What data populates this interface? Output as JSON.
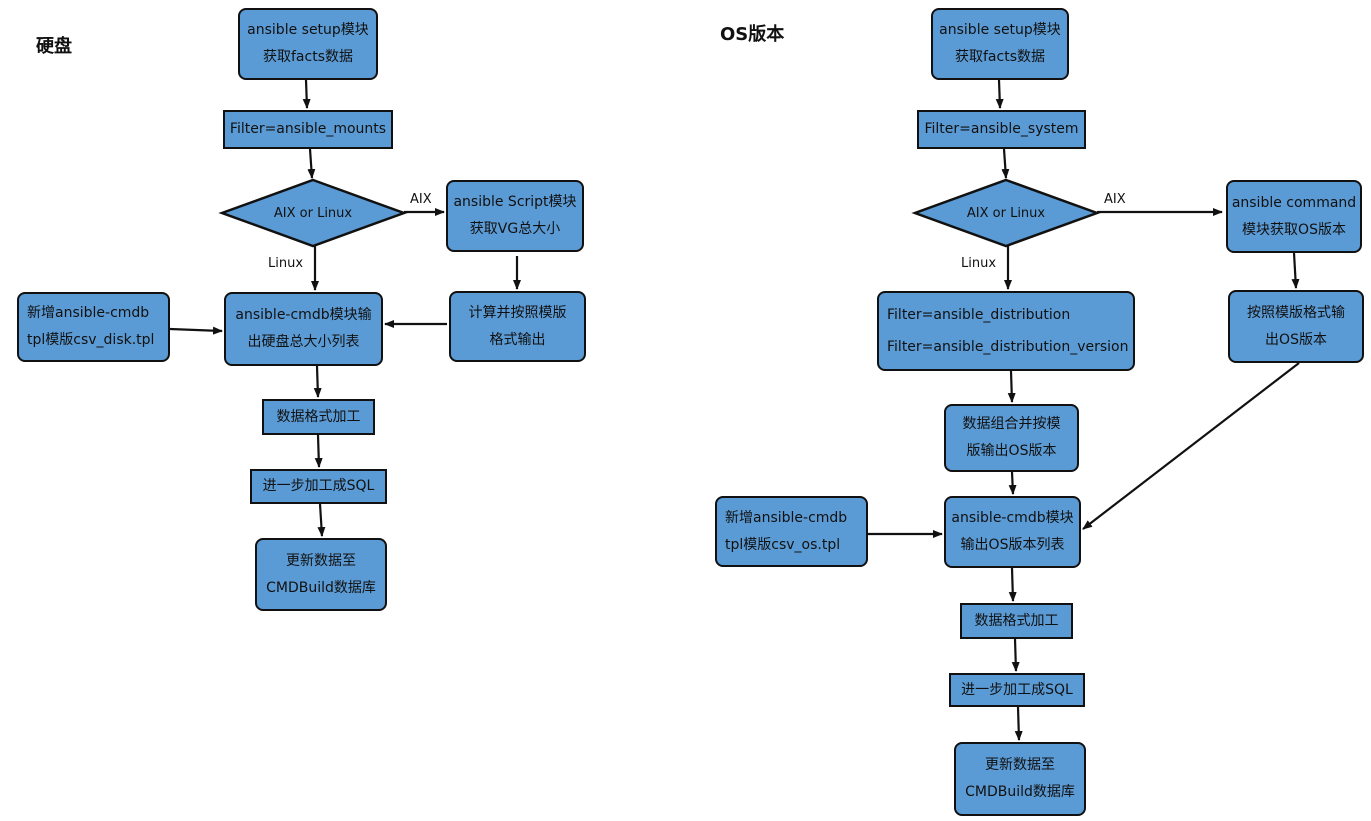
{
  "colors": {
    "fill": "#5b9bd5",
    "stroke": "#111111"
  },
  "disk": {
    "title": "硬盘",
    "setup_line1": "ansible setup模块",
    "setup_line2": "获取facts数据",
    "filter": "Filter=ansible_mounts",
    "decision": "AIX or  Linux",
    "label_aix": "AIX",
    "label_linux": "Linux",
    "script_line1": "ansible Script模块",
    "script_line2": "获取VG总大小",
    "calc_line1": "计算并按照模版",
    "calc_line2": "格式输出",
    "tpl_line1": "新增ansible-cmdb",
    "tpl_line2": "tpl模版csv_disk.tpl",
    "cmdb_line1": "ansible-cmdb模块输",
    "cmdb_line2": "出硬盘总大小列表",
    "format": "数据格式加工",
    "sql": "进一步加工成SQL",
    "update_line1": "更新数据至",
    "update_line2": "CMDBuild数据库"
  },
  "os": {
    "title": "OS版本",
    "setup_line1": "ansible setup模块",
    "setup_line2": "获取facts数据",
    "filter": "Filter=ansible_system",
    "decision": "AIX or  Linux",
    "label_aix": "AIX",
    "label_linux": "Linux",
    "command_line1": "ansible command",
    "command_line2": "模块获取OS版本",
    "template_line1": "按照模版格式输",
    "template_line2": "出OS版本",
    "dist_filter1": "Filter=ansible_distribution",
    "dist_filter2": "Filter=ansible_distribution_version",
    "combine_line1": "数据组合并按模",
    "combine_line2": "版输出OS版本",
    "tpl_line1": "新增ansible-cmdb",
    "tpl_line2": "tpl模版csv_os.tpl",
    "cmdb_line1": "ansible-cmdb模块",
    "cmdb_line2": "输出OS版本列表",
    "format": "数据格式加工",
    "sql": "进一步加工成SQL",
    "update_line1": "更新数据至",
    "update_line2": "CMDBuild数据库"
  }
}
